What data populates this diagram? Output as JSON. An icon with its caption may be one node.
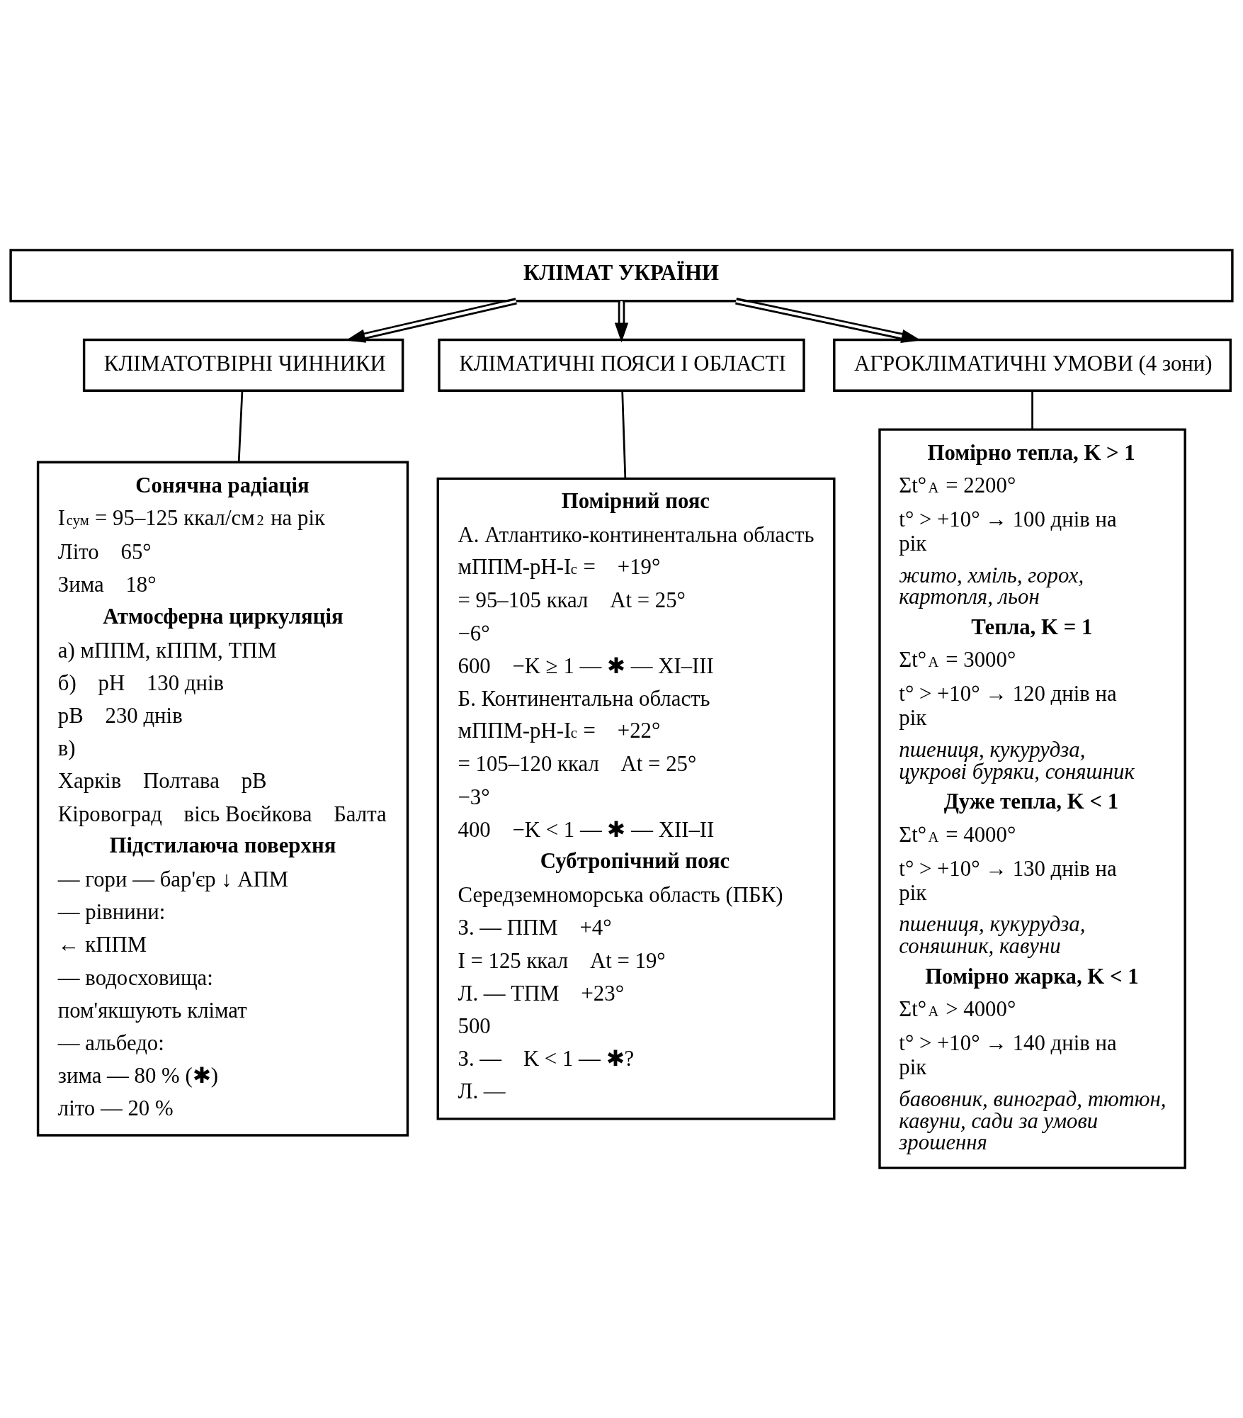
{
  "diagram": {
    "nodes": [
      {
        "text": [
          "КЛІМАТ УКРАЇНИ"
        ]
      },
      {
        "text": [
          "КЛІМАТОТВІРНІ ЧИННИКИ"
        ]
      },
      {
        "text": [
          "КЛІМАТИЧНІ ПОЯСИ І ОБЛАСТІ"
        ]
      },
      {
        "text": [
          "АГРОКЛІМАТИЧНІ УМОВИ (4 зони)"
        ]
      },
      {
        "text": [
          "Сонячна радіація",
          "I$_{сум}$ = 95–125 ккал/см$^{2}$ на рік",
          "Літо",
          "65°",
          "Зима",
          "18°",
          "Атмосферна циркуляція",
          "а) мППМ, кППМ, ТПМ",
          "б)",
          "рН",
          "130 днів",
          "рВ",
          "230 днів",
          "в)",
          "Харків",
          "Полтава",
          "рВ",
          "Кіровоград",
          "вісь Воєйкова",
          "Балта",
          "Підстилаюча поверхня",
          "— гори — бар'єр ↓ АПМ",
          "— рівнини:",
          "← кППМ",
          "— водосховища:",
          "пом'якшують клімат",
          "— альбедо:",
          "зима — 80 % (✱)",
          "літо — 20 %"
        ]
      },
      {
        "text": [
          "Помірний пояс",
          "А. Атлантико-континентальна область",
          "мППМ-рН-I$_{с}$ =",
          "+19°",
          "= 95–105 ккал",
          "At = 25°",
          "−6°",
          "600",
          "−K ≥ 1 — ✱ — XI–III",
          "Б. Континентальна область",
          "мППМ-рН-I$_{с}$ =",
          "+22°",
          "= 105–120 ккал",
          "At = 25°",
          "−3°",
          "400",
          "−K < 1 — ✱ — XII–II",
          "Субтропічний пояс",
          "Середземноморська область (ПБК)",
          "З. — ППМ",
          "+4°",
          "I = 125 ккал",
          "At = 19°",
          "Л. — ТПМ",
          "+23°",
          "500",
          "З. —",
          "K < 1 — ✱?",
          "Л. —"
        ]
      },
      {
        "text": [
          "Помірно тепла, K > 1",
          "Σt°$_{А}$ = 2200°",
          "t° > +10° → 100 днів на рік",
          "жито, хміль, горох, картопля, льон",
          "Тепла, K = 1",
          "Σt°$_{А}$ = 3000°",
          "t° > +10° → 120 днів на рік",
          "пшениця, кукурудза, цукрові буряки, соняшник",
          "Дуже тепла, K < 1",
          "Σt°$_{А}$ = 4000°",
          "t° > +10° → 130 днів на рік",
          "пшениця, кукурудза, соняшник, кавуни",
          "Помірно жарка, K < 1",
          "Σt°$_{А}$ > 4000°",
          "t° > +10° → 140 днів на рік",
          "бавовник, виноград, тютюн, кавуни, сади за умови зрошення"
        ]
      }
    ],
    "edges": [
      {
        "from": 0,
        "to": 1,
        "arrow": "to"
      },
      {
        "from": 0,
        "to": 2,
        "arrow": "to"
      },
      {
        "from": 0,
        "to": 3,
        "arrow": "to"
      },
      {
        "from": 1,
        "to": 4,
        "arrow": "none"
      },
      {
        "from": 2,
        "to": 5,
        "arrow": "none"
      },
      {
        "from": 3,
        "to": 6,
        "arrow": "none"
      }
    ]
  }
}
